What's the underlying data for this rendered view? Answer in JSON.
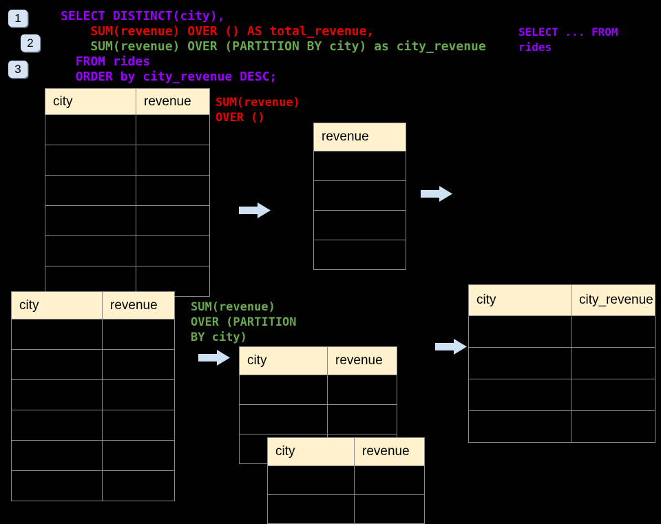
{
  "colors": {
    "purple": "#9900FF",
    "red": "#EE0000",
    "green": "#6AA84F",
    "cream": "#FFF2CC",
    "arrow_blue": "#CFE2F3",
    "badge_blue": "#D6E4F4",
    "border_gray": "#8a8a8a"
  },
  "steps": [
    {
      "label": "1"
    },
    {
      "label": "2"
    },
    {
      "label": "3"
    }
  ],
  "sql_code": {
    "lines": [
      {
        "text": "SELECT DISTINCT(city),",
        "color_key": "purple"
      },
      {
        "text": "    SUM(revenue) OVER () AS total_revenue,",
        "color_key": "red"
      },
      {
        "text": "    SUM(revenue) OVER (PARTITION BY city) as city_revenue",
        "color_key": "green"
      },
      {
        "text": "  FROM rides",
        "color_key": "purple"
      },
      {
        "text": "  ORDER by city_revenue DESC;",
        "color_key": "purple"
      }
    ]
  },
  "side_note": {
    "lines": [
      "SELECT ... FROM",
      "rides"
    ],
    "color_key": "purple"
  },
  "labels": {
    "over_all": {
      "lines": [
        "SUM(revenue)",
        "OVER ()"
      ],
      "color_key": "red"
    },
    "over_partition": {
      "lines": [
        "SUM(revenue)",
        "OVER (PARTITION",
        "BY city)"
      ],
      "color_key": "green"
    }
  },
  "tables": {
    "source_top": {
      "headers": [
        "city",
        "revenue"
      ],
      "row_count": 6
    },
    "total_revenue": {
      "headers": [
        "revenue"
      ],
      "row_count": 4
    },
    "source_bottom": {
      "headers": [
        "city",
        "revenue"
      ],
      "row_count": 6
    },
    "partition_mid": {
      "headers": [
        "city",
        "revenue"
      ],
      "row_count": 3
    },
    "partition_overlap": {
      "headers": [
        "city",
        "revenue"
      ],
      "row_count": 2
    },
    "city_revenue_result": {
      "headers": [
        "city",
        "city_revenue"
      ],
      "row_count": 4
    }
  }
}
